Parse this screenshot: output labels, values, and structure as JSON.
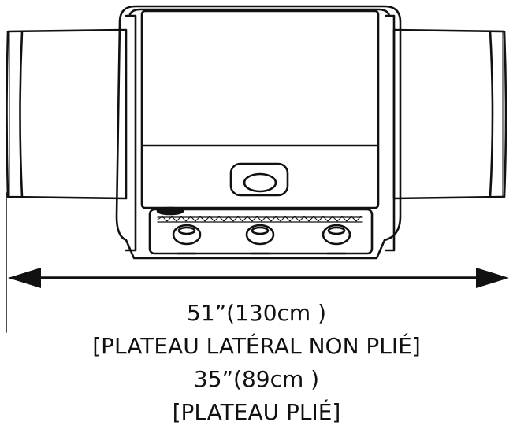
{
  "dimension_line": {
    "unfolded_measurement": "51”(130cm )",
    "unfolded_note": "[PLATEAU LATÉRAL NON PLIÉ]",
    "folded_measurement": "35”(89cm )",
    "folded_note": "[PLATEAU PLIÉ]"
  },
  "colors": {
    "line": "#111111",
    "background": "#ffffff"
  }
}
